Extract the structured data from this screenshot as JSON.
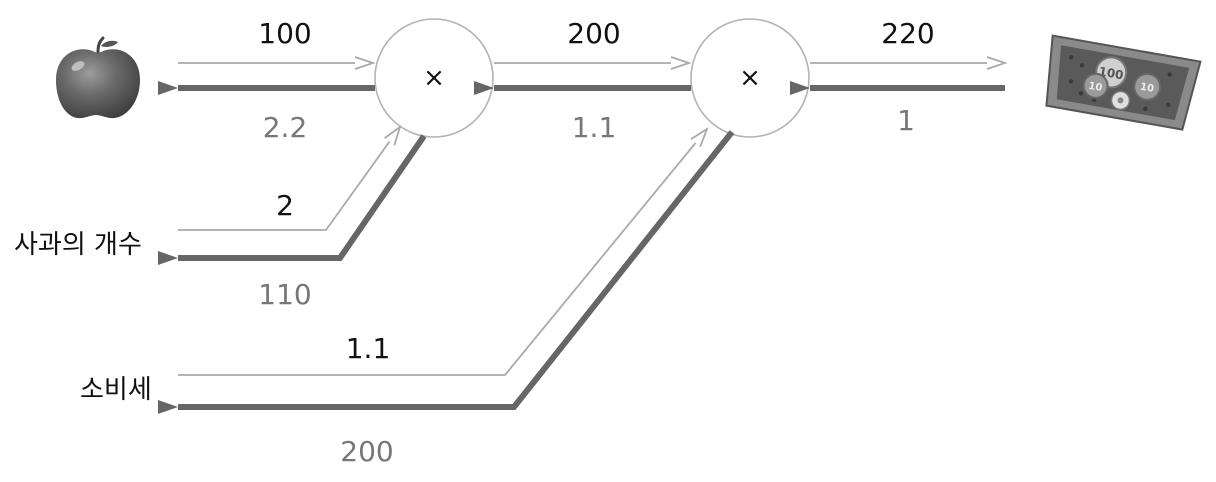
{
  "nodes": {
    "mul1": {
      "op": "×"
    },
    "mul2": {
      "op": "×"
    }
  },
  "inputs": {
    "apple_count": "사과의 개수",
    "tax": "소비세"
  },
  "forward": {
    "apple_price": "100",
    "apple_count": "2",
    "apple_total": "200",
    "tax": "1.1",
    "total": "220"
  },
  "backward": {
    "total": "1",
    "apple_total": "1.1",
    "apple_price": "2.2",
    "apple_count": "110",
    "tax": "200"
  },
  "icons": {
    "apple": "apple-icon",
    "coins": "coin-tray-icon"
  },
  "colors": {
    "forward_arrow": "#aaaaaa",
    "backward_arrow": "#666666",
    "node_stroke": "#b3b3b3",
    "forward_text": "#111111",
    "backward_text": "#777777"
  }
}
